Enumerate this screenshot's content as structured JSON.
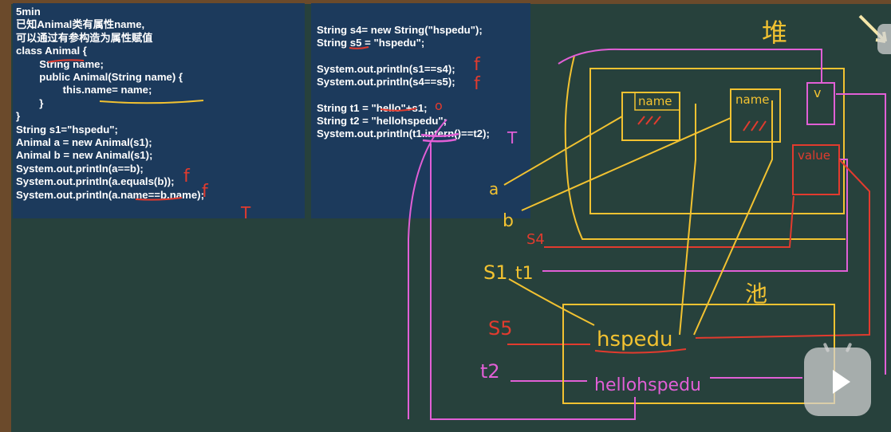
{
  "left_panel": {
    "lines": [
      "5min",
      "已知Animal类有属性name,",
      "可以通过有参构造为属性赋值",
      "class Animal {",
      "        String name;",
      "        public Animal(String name) {",
      "                this.name= name;",
      "        }",
      "}",
      "String s1=\"hspedu\";",
      "Animal a = new Animal(s1);",
      "Animal b = new Animal(s1);",
      "System.out.println(a==b);",
      "System.out.println(a.equals(b));",
      "System.out.println(a.name==b.name);"
    ]
  },
  "right_panel": {
    "lines": [
      "String s4= new String(\"hspedu\");",
      "String s5 = \"hspedu\";",
      "",
      "System.out.println(s1==s4);",
      "System.out.println(s4==s5);",
      "",
      "String t1 = \"hello\"+s1;",
      "String t2 = \"hellohspedu\";",
      "System.out.println(t1.intern()==t2);"
    ]
  },
  "annotations": {
    "answer_a_eq_b": "f",
    "answer_equals": "f",
    "answer_name_eq": "T",
    "answer_s1_s4": "f",
    "answer_s4_s5": "f",
    "answer_t1_mark": "o",
    "answer_intern": "T"
  },
  "diagram": {
    "heap_label": "堆",
    "pool_label": "池",
    "obj1_field": "name",
    "obj2_field": "name",
    "value_box": "value",
    "value_cell": "v",
    "ref_a": "a",
    "ref_b": "b",
    "ref_s4": "S4",
    "ref_s1": "S1",
    "ref_t1": "t1",
    "ref_s5": "S5",
    "ref_t2": "t2",
    "pool_str1": "hspedu",
    "pool_str2": "hellohspedu"
  },
  "colors": {
    "board": "#27413c",
    "panel": "#1c3a5c",
    "yellow": "#f2c231",
    "red": "#e23b2e",
    "magenta": "#e15fd6"
  },
  "icons": {
    "play": "video-play-icon",
    "pointer": "pointer-arrow-icon"
  }
}
